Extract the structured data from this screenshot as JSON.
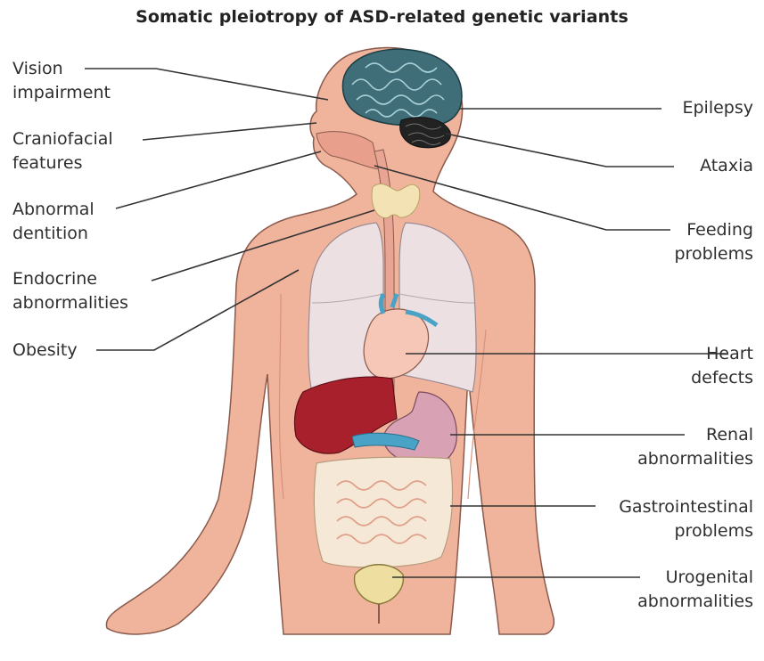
{
  "title": "Somatic pleiotropy of ASD-related genetic variants",
  "labels": {
    "vision": "Vision\nimpairment",
    "craniofacial": "Craniofacial\nfeatures",
    "dentition": "Abnormal\ndentition",
    "endocrine": "Endocrine\nabnormalities",
    "obesity": "Obesity",
    "epilepsy": "Epilepsy",
    "ataxia": "Ataxia",
    "feeding": "Feeding\nproblems",
    "heart": "Heart\ndefects",
    "renal": "Renal\nabnormalities",
    "gastro": "Gastrointestinal\nproblems",
    "urogenital": "Urogenital\nabnormalities"
  },
  "colors": {
    "skin": "#f0b49d",
    "skin_shadow": "#e39c84",
    "outline": "#8a5a4c",
    "brain": "#3f6e78",
    "lung": "#ece0e3",
    "liver": "#a8202c",
    "intestine": "#f6e8d6",
    "thyroid": "#f3e3b4",
    "heart": "#f6c7b6",
    "vessel": "#4aa3c6",
    "leader": "#333333"
  }
}
